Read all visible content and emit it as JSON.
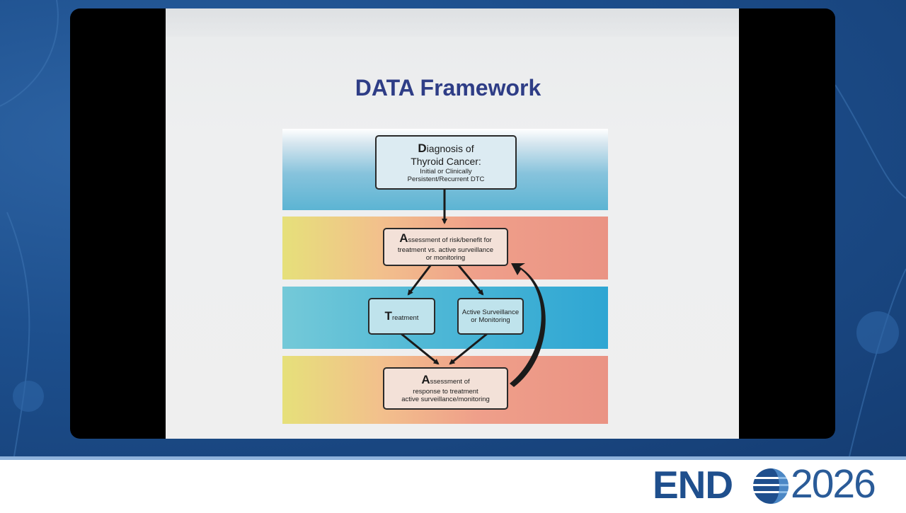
{
  "slide": {
    "title": "DATA Framework",
    "diagnosis": {
      "initial": "D",
      "line1_rest": "iagnosis of",
      "line2": "Thyroid Cancer:",
      "line3": "Initial or Clinically",
      "line4": "Persistent/Recurrent DTC"
    },
    "assessment_risk": {
      "initial": "A",
      "line1_rest": "ssessment of risk/benefit for",
      "line2": "treatment vs. active surveillance",
      "line3": "or monitoring"
    },
    "treatment": {
      "initial": "T",
      "rest": "reatment"
    },
    "surveillance": {
      "line1": "Active Surveillance",
      "line2": "or Monitoring"
    },
    "assessment_response": {
      "initial": "A",
      "line1_rest": "ssessment of",
      "line2": "response to treatment",
      "line3": "active surveillance/monitoring"
    }
  },
  "branding": {
    "logo_text": "END",
    "year": "2026",
    "colors": {
      "brand": "#1f4f8d",
      "title": "#2e3d86"
    }
  }
}
